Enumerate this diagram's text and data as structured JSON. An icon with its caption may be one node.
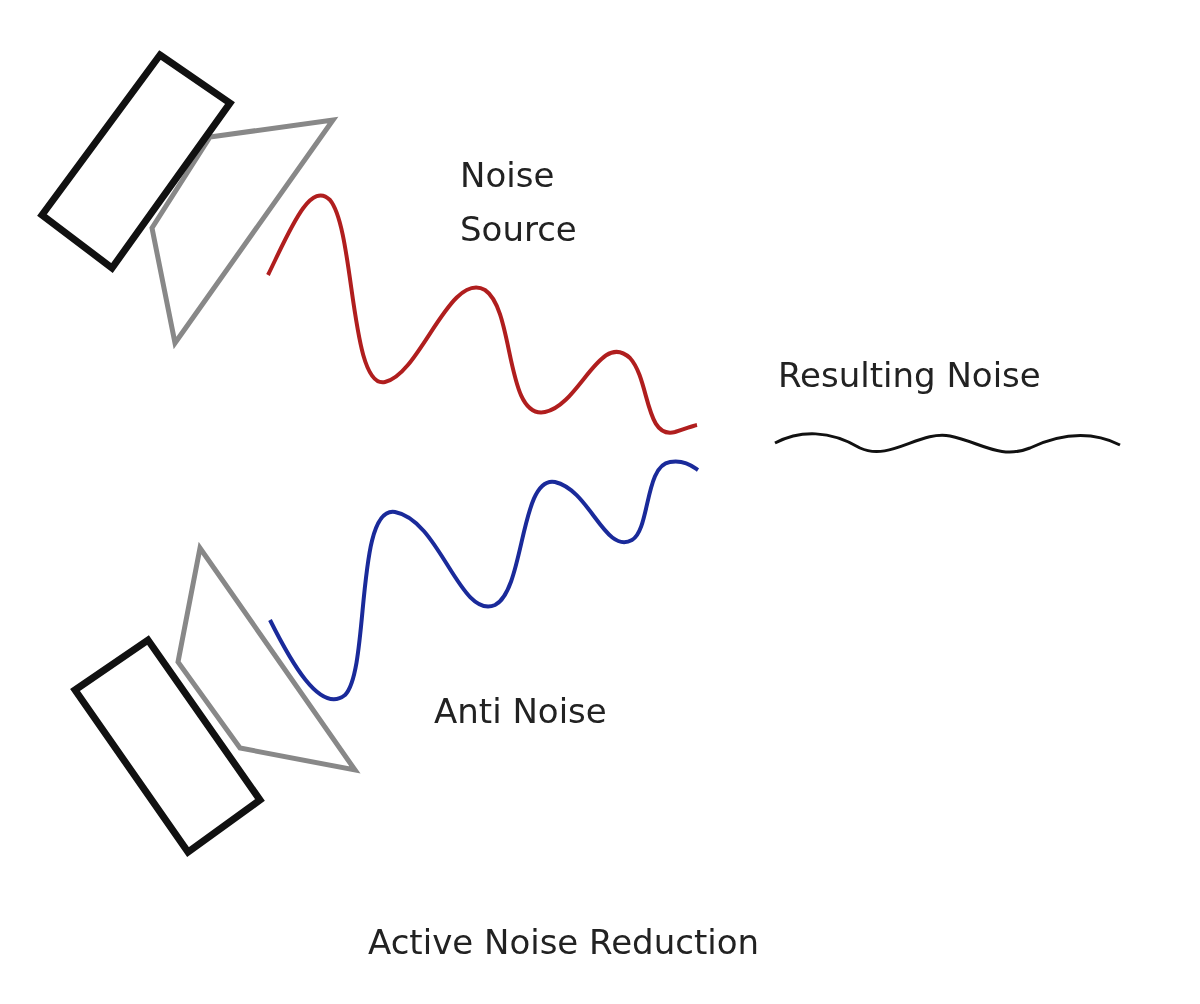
{
  "diagram": {
    "caption": "Active Noise Reduction",
    "labels": [
      "Noise Source",
      "Resulting Noise",
      "Anti Noise"
    ]
  }
}
